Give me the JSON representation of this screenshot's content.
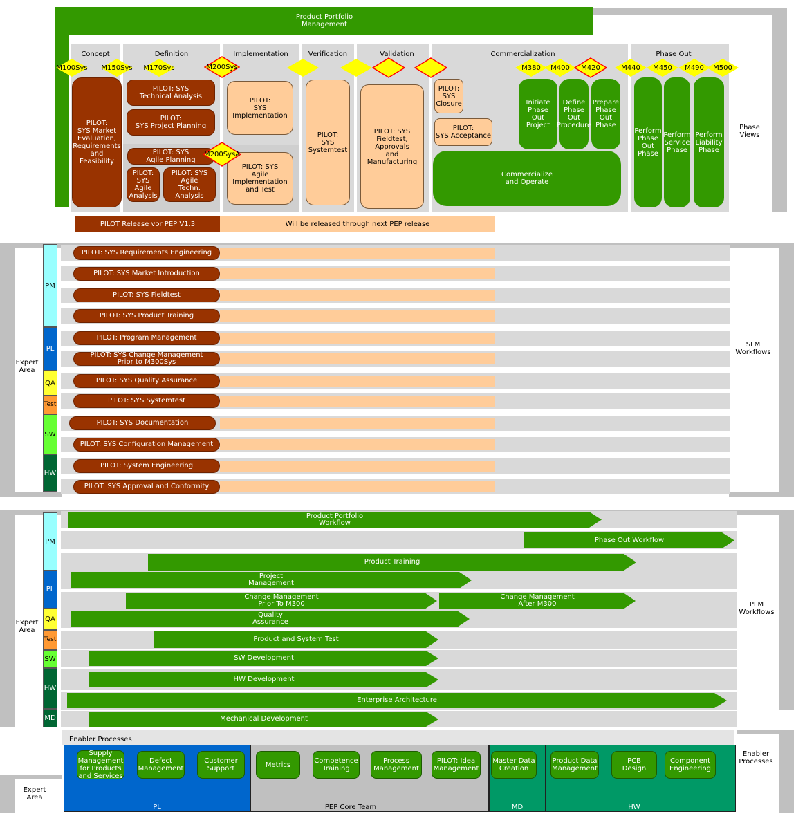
{
  "top": {
    "portfolio": "Product Portfolio\nManagement",
    "phase_views": "Phase\nViews",
    "phases": [
      "Concept",
      "Definition",
      "Implementation",
      "Verification",
      "Validation",
      "Commercialization",
      "Phase Out"
    ],
    "milestones": [
      "M100Sys",
      "M150Sys",
      "M170Sys",
      "M200Sys",
      "",
      "",
      "",
      "",
      "M380",
      "M400",
      "M420",
      "M440",
      "M450",
      "M490",
      "M500",
      "M200SysA"
    ],
    "boxes": {
      "concept": "PILOT:\nSYS Market\nEvaluation,\nRequirements\nand Feasibility",
      "tech_analysis": "PILOT: SYS\nTechnical Analysis",
      "project_planning": "PILOT:\nSYS Project Planning",
      "agile_planning": "PILOT: SYS\nAgile Planning",
      "agile_analysis": "PILOT:\nSYS Agile\nAnalysis",
      "agile_tech_analysis": "PILOT: SYS\nAgile\nTechn. Analysis",
      "implementation": "PILOT:\nSYS\nImplementation",
      "agile_impl": "PILOT: SYS\nAgile Implementation\nand Test",
      "systemtest": "PILOT:\nSYS\nSystemtest",
      "fieldtest": "PILOT: SYS\nFieldtest, Approvals\nand Manufacturing",
      "closure": "PILOT:\nSYS\nClosure",
      "acceptance": "PILOT:\nSYS Acceptance",
      "initiate": "Initiate\nPhase\nOut\nProject",
      "define": "Define\nPhase\nOut\nProcedure",
      "prepare": "Prepare\nPhase\nOut\nPhase",
      "commercialize": "Commercialize\nand Operate",
      "perform_out": "Perform\nPhase\nOut\nPhase",
      "perform_service": "Perform\nService\nPhase",
      "perform_liability": "Perform\nLiability\nPhase"
    },
    "release_pilot": "PILOT Release vor PEP V1.3",
    "release_next": "Will be released through next PEP release"
  },
  "slm": {
    "label": "SLM\nWorkflows",
    "expert_area": "Expert\nArea",
    "areas": [
      "PM",
      "PL",
      "QA",
      "Test",
      "SW",
      "HW"
    ],
    "rows": [
      "PILOT: SYS Requirements Engineering",
      "PILOT: SYS Market Introduction",
      "PILOT: SYS Fieldtest",
      "PILOT: SYS Product Training",
      "PILOT: Program Management",
      "PILOT: SYS Change Management\nPrior to M300Sys",
      "PILOT: SYS Quality Assurance",
      "PILOT: SYS Systemtest",
      "PILOT: SYS Documentation",
      "PILOT: SYS Configuration Management",
      "PILOT: System Engineering",
      "PILOT: SYS Approval and Conformity"
    ]
  },
  "plm": {
    "label": "PLM\nWorkflows",
    "expert_area": "Expert\nArea",
    "areas": [
      "PM",
      "PL",
      "QA",
      "Test",
      "SW",
      "HW",
      "MD"
    ],
    "arrows": [
      "Product Portfolio\nWorkflow",
      "Phase Out Workflow",
      "Product Training",
      "Project\nManagement",
      "Change Management\nPrior To M300",
      "Change Management\nAfter M300",
      "Quality\nAssurance",
      "Product and System Test",
      "SW Development",
      "HW Development",
      "Enterprise Architecture",
      "Mechanical Development"
    ]
  },
  "enabler": {
    "title": "Enabler Processes",
    "label": "Enabler\nProcesses",
    "expert_area": "Expert\nArea",
    "groups": [
      "PL",
      "PEP Core Team",
      "MD",
      "HW"
    ],
    "buttons": [
      "Supply\nManagement\nfor Products\nand Services",
      "Defect\nManagement",
      "Customer\nSupport",
      "Metrics",
      "Competence\nTraining",
      "Process\nManagement",
      "PILOT: Idea\nManagement",
      "Master Data\nCreation",
      "Product Data\nManagement",
      "PCB\nDesign",
      "Component\nEngineering"
    ]
  },
  "colors": {
    "green": "#339900",
    "brown": "#993300",
    "peach": "#ffcc99",
    "yellow": "#ffff00",
    "pm": "#99ffff",
    "pl": "#0066cc",
    "qa": "#ffff33",
    "test": "#ff9933",
    "sw": "#66ff33",
    "hw": "#006633",
    "md": "#006633",
    "teal": "#009966"
  }
}
